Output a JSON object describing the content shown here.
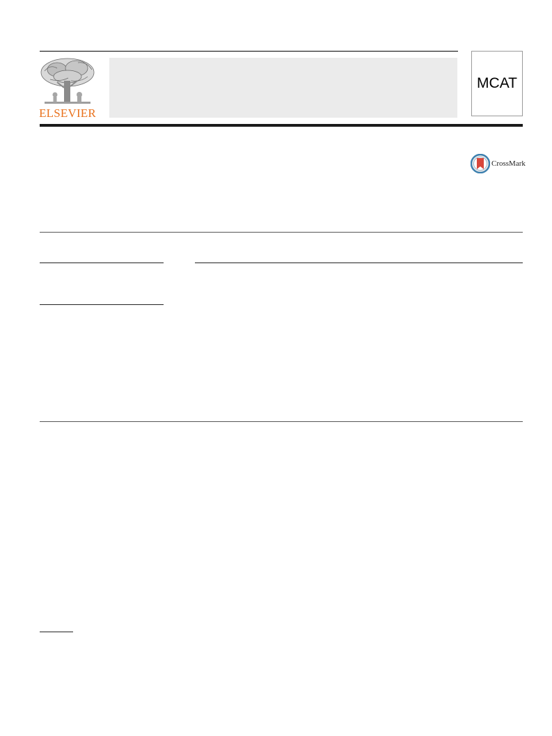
{
  "header": {
    "publisher_name": "ELSEVIER",
    "journal_cover_label": "MCAT",
    "colors": {
      "publisher_orange": "#e9711c",
      "banner_gray": "#ebebeb",
      "rule": "#1a1a1a"
    }
  },
  "crossmark": {
    "label": "CrossMark",
    "icon": "crossmark-icon",
    "colors": {
      "ring": "#3b7fae",
      "ribbon": "#d8463a"
    }
  },
  "icons": {
    "publisher_logo": "elsevier-tree-logo"
  }
}
